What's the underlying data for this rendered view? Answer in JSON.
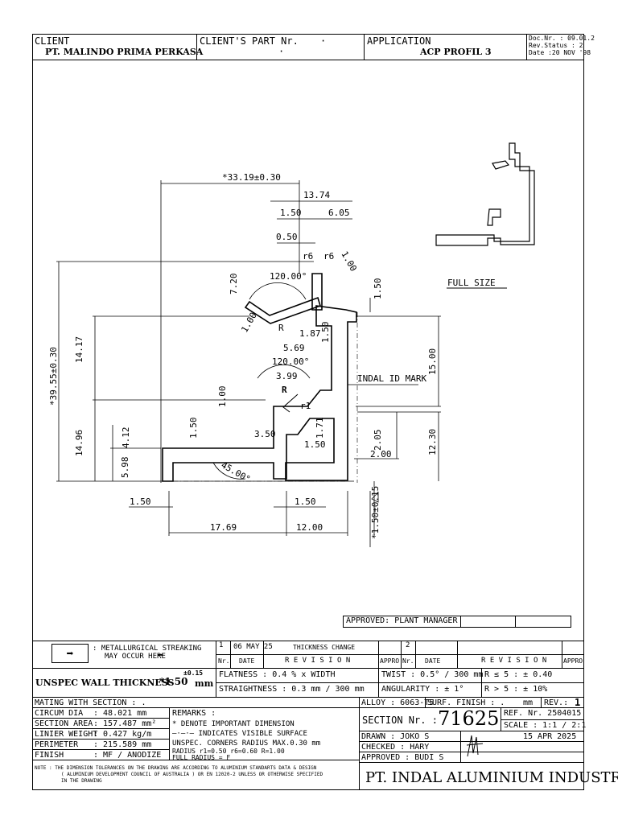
{
  "header": {
    "client_label": "CLIENT",
    "client_value": "PT. MALINDO PRIMA PERKASA",
    "part_label": "CLIENT'S PART Nr.",
    "part_value_1": "·",
    "part_value_2": "·",
    "application_label": "APPLICATION",
    "application_value": "ACP PROFIL 3",
    "doc_nr": "Doc.Nr. : 09.01.2",
    "rev_status": "Rev.Status : 2",
    "doc_date": "Date :20 NOV '98"
  },
  "drawing": {
    "full_size_label": "FULL SIZE",
    "indal_id_mark": "INDAL ID MARK",
    "dims": {
      "overall_width": "*33.19±0.30",
      "d13_74": "13.74",
      "d1_50_top": "1.50",
      "d6_05": "6.05",
      "d0_50": "0.50",
      "r6_a": "r6",
      "r6_b": "r6",
      "d1_00_a": "1.00",
      "d7_20": "7.20",
      "angle_120_a": "120.00°",
      "d1_50_right": "1.50",
      "d1_00_b": "1.00",
      "r_a": "R",
      "d1_87": "1.87",
      "d1_50_mid": "1.50",
      "d5_69": "5.69",
      "angle_120_b": "120.00°",
      "d3_99": "3.99",
      "r_b": "R",
      "d1_00_c": "1.00",
      "r1": "r1",
      "overall_height": "*39.55±0.30",
      "d14_17": "14.17",
      "d15_00": "15.00",
      "d14_96": "14.96",
      "d4_12": "4.12",
      "d1_50_left": "1.50",
      "d3_50": "3.50",
      "d1_71": "1.71",
      "d1_50_inner": "1.50",
      "d2_05": "2.05",
      "d2_00": "2.00",
      "d12_30": "12.30",
      "d5_98": "5.98",
      "angle_45": "45.00°",
      "d1_50_bl": "1.50",
      "d1_50_bm": "1.50",
      "d17_69": "17.69",
      "d12_00": "12.00",
      "wall_thickness": "*1.50±0.15"
    }
  },
  "approval": {
    "approved_label": "APPROVED: PLANT MANAGER"
  },
  "revision": {
    "streaking_note_1": ": METALLURGICAL STREAKING",
    "streaking_note_2": "MAY OCCUR HERE",
    "rev_nr": "1",
    "rev_date": "06 MAY 25",
    "rev_desc": "THICKNESS CHANGE",
    "rev_nr_2": "2",
    "col_nr": "Nr.",
    "col_date": "DATE",
    "col_revision": "R E V I S I O N",
    "col_appro": "APPRO",
    "col_nr_2": "Nr.",
    "col_date_2": "DATE",
    "col_revision_2": "R E V I S I O N",
    "col_appro_2": "APPRO"
  },
  "tolerances": {
    "unspec_wall_label": "UNSPEC WALL THICKNESS",
    "unspec_wall_value": "*1.50",
    "unspec_wall_tol": "±0.15",
    "unspec_wall_unit": "mm",
    "flatness": "FLATNESS     : 0.4 % x WIDTH",
    "straightness": "STRAIGHTNESS : 0.3 mm / 300 mm",
    "twist": "TWIST : 0.5° / 300 mm",
    "angularity": "ANGULARITY : ± 1°",
    "r_small": "R ≤ 5 : ± 0.40",
    "r_large": "R > 5 : ± 10%"
  },
  "info": {
    "mating": "MATING WITH SECTION : .",
    "alloy": "ALLOY : 6063-T5",
    "surf_finish": "SURF. FINISH : .",
    "mm": "mm",
    "rev_label": "REV.:",
    "rev_value": "1",
    "circum_label": "CIRCUM DIA",
    "circum_value": ":   48.021  mm",
    "area_label": "SECTION AREA",
    "area_value": ":  157.487  mm²",
    "weight_label": "LINIER WEIGHT",
    "weight_value": ":    0.427  kg/m",
    "perimeter_label": "PERIMETER",
    "perimeter_value": ":  215.589  mm",
    "finish_label": "FINISH",
    "finish_value": ":   MF / ANODIZE",
    "remarks_title": "REMARKS :",
    "remark_1": "* DENOTE IMPORTANT DIMENSION",
    "remark_2": "—·—·— INDICATES VISIBLE SURFACE",
    "remark_3": "UNSPEC. CORNERS RADIUS MAX.0.30 mm",
    "remark_4": "RADIUS r1=0.50  r6=0.60  R=1.00",
    "remark_5": "FULL RADIUS = F",
    "section_label": "SECTION Nr. :",
    "section_value": "71625",
    "ref_nr": "REF. Nr. 2504015",
    "scale": "SCALE : 1:1  /  2:1",
    "drawn": "DRAWN    : JOKO S",
    "drawn_date": "15 APR 2025",
    "checked": "CHECKED  : HARY",
    "approved_by": "APPROVED : BUDI S",
    "note_1": "NOTE :  THE DIMENSION TOLERANCES ON THE DRAWING ARE ACCORDING TO ALUMINIUM STANDARTS DATA & DESIGN",
    "note_2": "( ALUMINIUM DEVELOPMENT COUNCIL OF AUSTRALIA ) OR EN 12020-2 UNLESS OR OTHERWISE SPECIFIED",
    "note_3": "IN THE DRAWING",
    "company": "PT. INDAL ALUMINIUM INDUSTRY"
  }
}
